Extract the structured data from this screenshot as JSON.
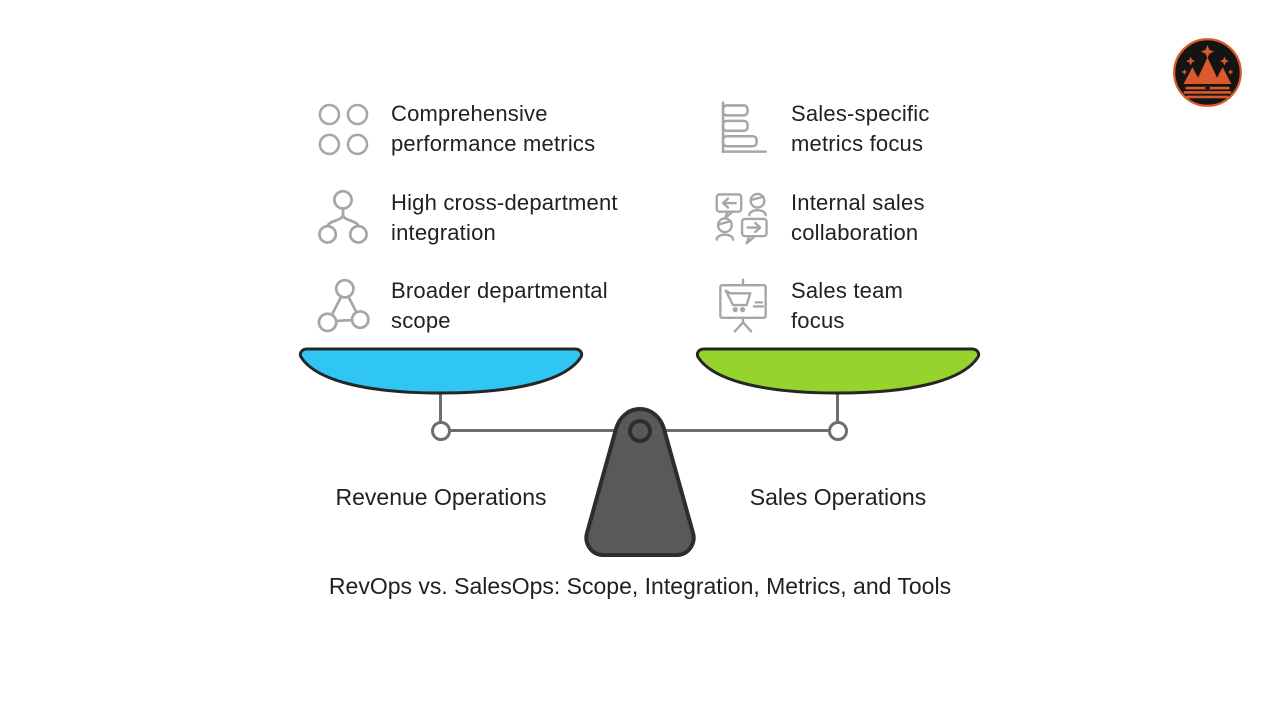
{
  "title": "RevOps vs. SalesOps: Scope, Integration, Metrics, and Tools",
  "left": {
    "label": "Revenue Operations",
    "items": [
      {
        "icon": "four-circles-icon",
        "lines": [
          "Comprehensive",
          "performance metrics"
        ]
      },
      {
        "icon": "org-hierarchy-icon",
        "lines": [
          "High cross-department",
          "integration"
        ]
      },
      {
        "icon": "network-triangle-icon",
        "lines": [
          "Broader departmental",
          "scope"
        ]
      }
    ]
  },
  "right": {
    "label": "Sales Operations",
    "items": [
      {
        "icon": "horizontal-bar-chart-icon",
        "lines": [
          "Sales-specific",
          "metrics focus"
        ]
      },
      {
        "icon": "chat-collaboration-icon",
        "lines": [
          "Internal sales",
          "collaboration"
        ]
      },
      {
        "icon": "presentation-cart-icon",
        "lines": [
          "Sales team",
          "focus"
        ]
      }
    ]
  },
  "logo": {
    "name": "crown-mountain-logo"
  },
  "colors": {
    "pan-left": "#2fc6f4",
    "pan-right": "#97d32d",
    "text": "#212121",
    "icon-gray": "#a6a6a6",
    "beam-gray": "#6e6e6e",
    "fulcrum-fill": "#595959",
    "fulcrum-stroke": "#2d2d2d",
    "pan-stroke": "#262626",
    "logo-orange": "#db5a2d",
    "logo-bg": "#141414"
  }
}
